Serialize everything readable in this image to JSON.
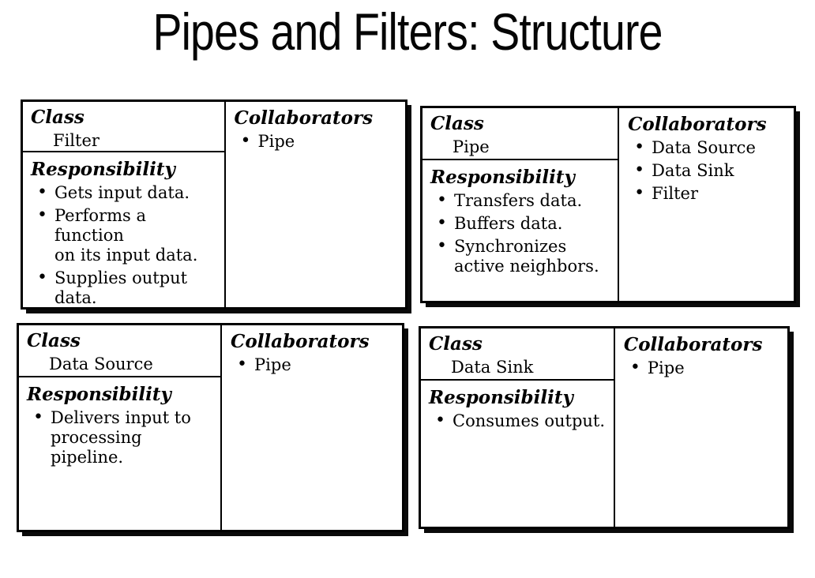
{
  "title": "Pipes and Filters: Structure",
  "labels": {
    "class": "Class",
    "responsibility": "Responsibility",
    "collaborators": "Collaborators"
  },
  "cards": [
    {
      "class_name": "Filter",
      "responsibilities": [
        "Gets input data.",
        "Performs a function\non its input data.",
        "Supplies output\ndata."
      ],
      "collaborators": [
        "Pipe"
      ]
    },
    {
      "class_name": "Pipe",
      "responsibilities": [
        "Transfers data.",
        "Buffers data.",
        "Synchronizes\nactive neighbors."
      ],
      "collaborators": [
        "Data Source",
        "Data Sink",
        "Filter"
      ]
    },
    {
      "class_name": "Data Source",
      "responsibilities": [
        "Delivers input to\nprocessing\npipeline."
      ],
      "collaborators": [
        "Pipe"
      ]
    },
    {
      "class_name": "Data Sink",
      "responsibilities": [
        "Consumes output."
      ],
      "collaborators": [
        "Pipe"
      ]
    }
  ],
  "colors": {
    "background": "#ffffff",
    "text": "#000000",
    "border": "#000000",
    "shadow": "#0a0a0a"
  }
}
